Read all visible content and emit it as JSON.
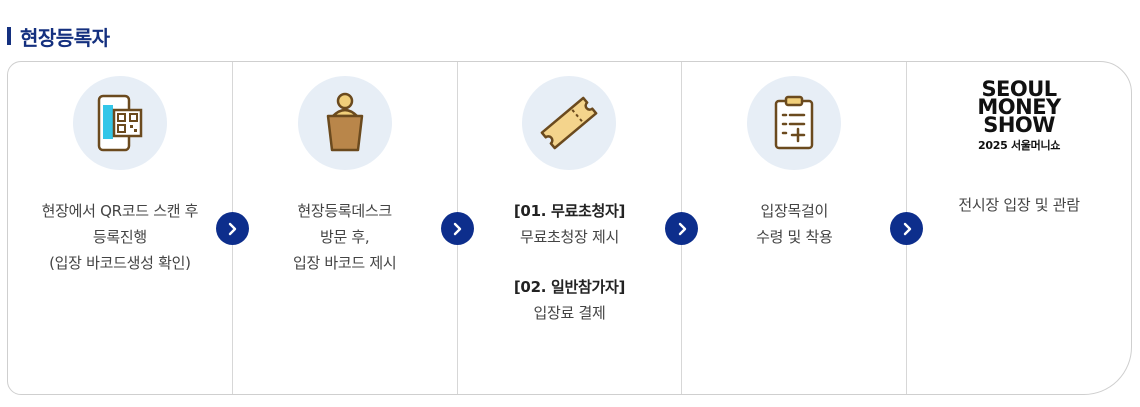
{
  "section": {
    "title": "현장등록자"
  },
  "steps": [
    {
      "icon": "qr-phone-icon",
      "lines": [
        "현장에서 QR코드 스캔 후",
        "등록진행",
        "(입장 바코드생성 확인)"
      ]
    },
    {
      "icon": "registration-desk-icon",
      "lines": [
        "현장등록데스크",
        "방문 후,",
        "입장 바코드 제시"
      ]
    },
    {
      "icon": "ticket-icon",
      "group1": {
        "heading": "[01. 무료초청자]",
        "text": "무료초청장 제시"
      },
      "group2": {
        "heading": "[02. 일반참가자]",
        "text": "입장료 결제"
      }
    },
    {
      "icon": "clipboard-plus-icon",
      "lines": [
        "입장목걸이",
        "수령 및 착용"
      ]
    },
    {
      "logo": {
        "line1": "SEOUL",
        "line2": "MONEY",
        "line3": "SHOW",
        "sub": "2025 서울머니쇼"
      },
      "lines": [
        "전시장 입장 및 관람"
      ]
    }
  ],
  "colors": {
    "accent": "#14307f",
    "arrow": "#0d2e8c",
    "icon_bg": "#e7eef6",
    "icon_stroke": "#6b4a1e"
  }
}
